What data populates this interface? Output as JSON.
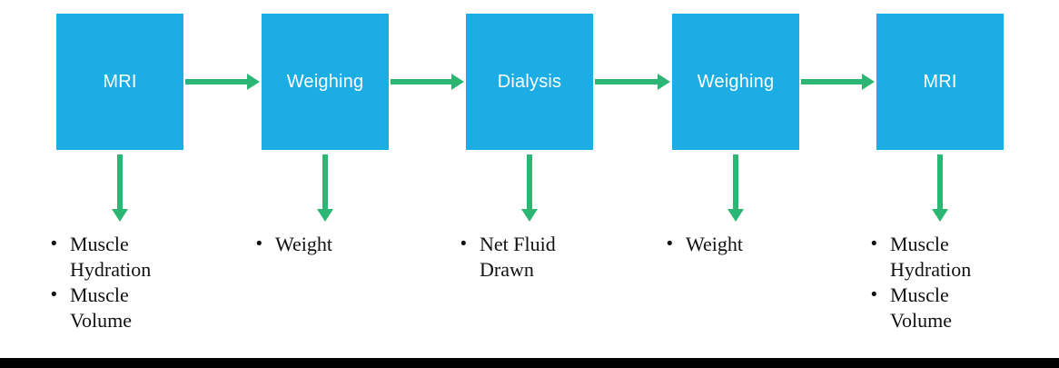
{
  "diagram": {
    "steps": [
      {
        "label": "MRI",
        "outputs": [
          "Muscle Hydration",
          "Muscle Volume"
        ]
      },
      {
        "label": "Weighing",
        "outputs": [
          "Weight"
        ]
      },
      {
        "label": "Dialysis",
        "outputs": [
          "Net Fluid Drawn"
        ]
      },
      {
        "label": "Weighing",
        "outputs": [
          "Weight"
        ]
      },
      {
        "label": "MRI",
        "outputs": [
          "Muscle Hydration",
          "Muscle Volume"
        ]
      }
    ],
    "colors": {
      "box_fill": "#1cade4",
      "box_text": "#ffffff",
      "arrow": "#2bb673",
      "bullet_text": "#111111",
      "bottom_bar": "#000000"
    }
  }
}
